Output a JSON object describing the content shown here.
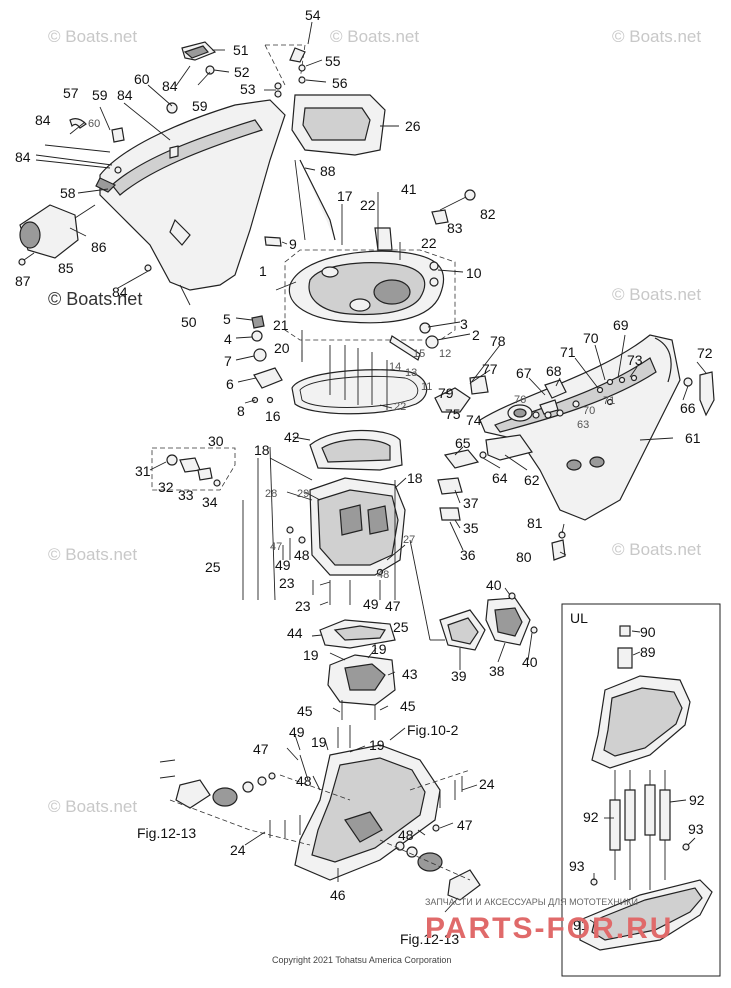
{
  "watermarks": [
    "© Boats.net",
    "© Boats.net",
    "© Boats.net",
    "© Boats.net",
    "© Boats.net",
    "© Boats.net",
    "© Boats.net",
    "© Boats.net"
  ],
  "callouts": {
    "c54": "54",
    "c55": "55",
    "c56": "56",
    "c53": "53",
    "c51": "51",
    "c52": "52",
    "c84a": "84",
    "c26": "26",
    "c57": "57",
    "c59a": "59",
    "c60a": "60",
    "c84b": "84",
    "c60b": "60",
    "c59b": "59",
    "c84c": "84",
    "c84d": "84",
    "c58": "58",
    "c86": "86",
    "c85": "85",
    "c87": "87",
    "c84e": "84",
    "c50": "50",
    "c88": "88",
    "c17": "17",
    "c41": "41",
    "c82": "82",
    "c22a": "22",
    "c83": "83",
    "c22b": "22",
    "c9": "9",
    "c1": "1",
    "c10": "10",
    "c5": "5",
    "c21": "21",
    "c4": "4",
    "c20": "20",
    "c7": "7",
    "c6": "6",
    "c8": "8",
    "c3": "3",
    "c2": "2",
    "c15": "15",
    "c12": "12",
    "c14": "14",
    "c13": "13",
    "c11": "11",
    "c16": "16",
    "c22c": "22",
    "c78": "78",
    "c77": "77",
    "c79": "79",
    "c75": "75",
    "c74": "74",
    "c76": "76",
    "c67": "67",
    "c68": "68",
    "c71a": "71",
    "c70a": "70",
    "c69": "69",
    "c73": "73",
    "c72": "72",
    "c71b": "71",
    "c70b": "70",
    "c63": "63",
    "c66": "66",
    "c61": "61",
    "c65": "65",
    "c64": "64",
    "c62": "62",
    "c30": "30",
    "c31": "31",
    "c32": "32",
    "c33": "33",
    "c34": "34",
    "c18a": "18",
    "c42": "42",
    "c18b": "18",
    "c28": "28",
    "c29": "29",
    "c37": "37",
    "c35": "35",
    "c47a": "47",
    "c49a": "49",
    "c48a": "48",
    "c27": "27",
    "c36": "36",
    "c81": "81",
    "c80": "80",
    "c25a": "25",
    "c23a": "23",
    "c23b": "23",
    "c48b": "48",
    "c49b": "49",
    "c47b": "47",
    "c40a": "40",
    "c25b": "25",
    "c44": "44",
    "c19a": "19",
    "c19b": "19",
    "c43": "43",
    "c45a": "45",
    "c45b": "45",
    "c39": "39",
    "c38": "38",
    "c40b": "40",
    "c47c": "47",
    "c49c": "49",
    "c19c": "19",
    "c19d": "19",
    "c48c": "48",
    "c24a": "24",
    "c24b": "24",
    "c48d": "48",
    "c47d": "47",
    "c46": "46",
    "c90": "90",
    "c89": "89",
    "c92a": "92",
    "c92b": "92",
    "c93a": "93",
    "c93b": "93",
    "c91": "91"
  },
  "figure_refs": {
    "fig10_2": "Fig.10-2",
    "fig12_13a": "Fig.12-13",
    "fig12_13b": "Fig.12-13"
  },
  "inset_label": "UL",
  "copyright": "Copyright 2021 Tohatsu America Corporation",
  "brand_watermark": {
    "tagline": "ЗАПЧАСТИ И АКСЕССУАРЫ ДЛЯ МОТОТЕХНИКИ",
    "name": "PARTS-FOR.RU"
  }
}
